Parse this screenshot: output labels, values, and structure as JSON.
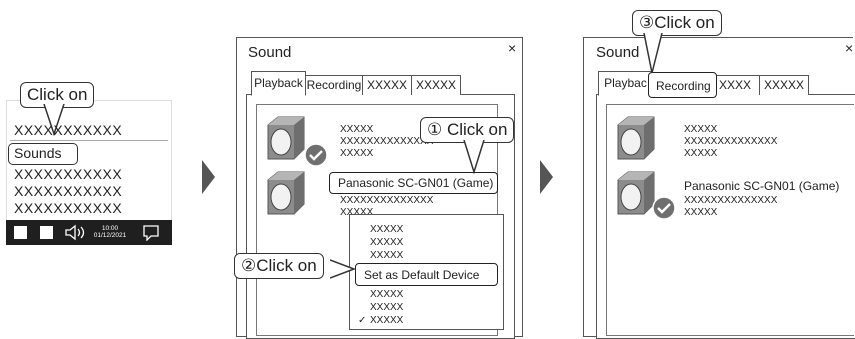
{
  "step1": {
    "callout": "Click on",
    "menu_items": [
      "XXXXXXXXXXX",
      "Sounds",
      "XXXXXXXXXXX",
      "XXXXXXXXXXX",
      "XXXXXXXXXXX"
    ],
    "clock_time": "10:00",
    "clock_date": "01/12/2021"
  },
  "dialog": {
    "title": "Sound",
    "close": "×",
    "tabs": [
      "Playback",
      "Recording",
      "XXXXX",
      "XXXXX"
    ]
  },
  "step2": {
    "device1": [
      "XXXXX",
      "XXXXXXXXXXXXXX",
      "XXXXX"
    ],
    "device2_name": "Panasonic SC-GN01 (Game)",
    "device2_detail": [
      "XXXXXXXXXXXXXX",
      "XXXXX"
    ],
    "callout1": "① Click on",
    "callout2": "②Click on",
    "context_menu": [
      "XXXXX",
      "XXXXX",
      "XXXXX",
      "Set as Default Device",
      "XXXXX",
      "XXXXX",
      "XXXXX"
    ],
    "checkmark": "✓"
  },
  "step3": {
    "callout": "③Click on",
    "tab_playback_cut": "Playbac",
    "tab_xxxx_cut": "XXXX",
    "device1": [
      "XXXXX",
      "XXXXXXXXXXXXXX",
      "XXXXX"
    ],
    "device2": [
      "Panasonic SC-GN01 (Game)",
      "XXXXXXXXXXXXXX",
      "XXXXX"
    ]
  },
  "colors": {
    "line": "#333333",
    "taskbar": "#1f1f1f",
    "check_badge": "#6f6f6f",
    "arrow": "#555555"
  }
}
